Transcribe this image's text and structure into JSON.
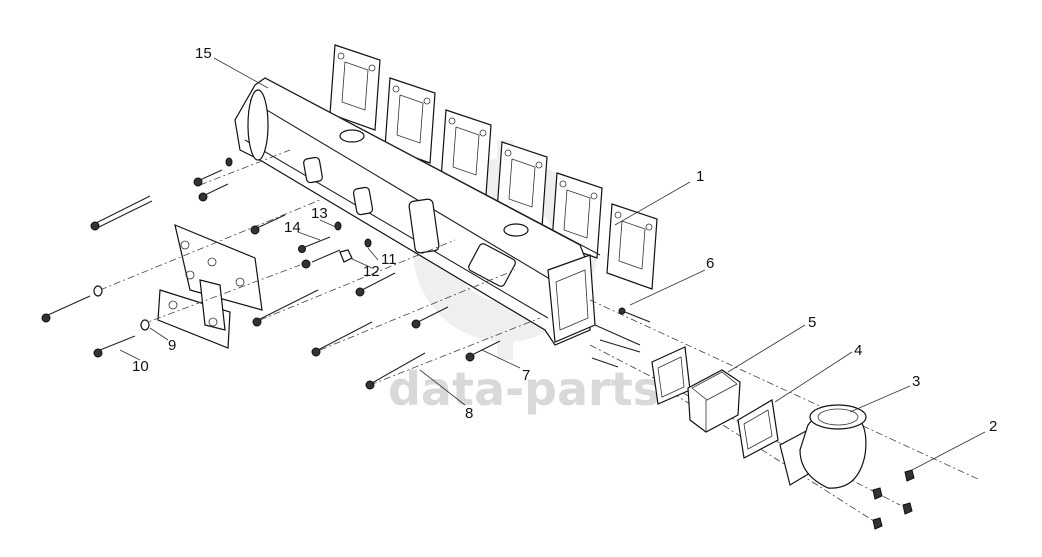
{
  "watermark": {
    "text": "data-parts"
  },
  "callouts": {
    "c1": "1",
    "c2": "2",
    "c3": "3",
    "c4": "4",
    "c5": "5",
    "c6": "6",
    "c7": "7",
    "c8": "8",
    "c9": "9",
    "c10": "10",
    "c11": "11",
    "c12": "12",
    "c13": "13",
    "c14": "14",
    "c15": "15"
  },
  "colors": {
    "line": "#222222",
    "watermark": "#d9d9d9",
    "background": "#ffffff"
  }
}
